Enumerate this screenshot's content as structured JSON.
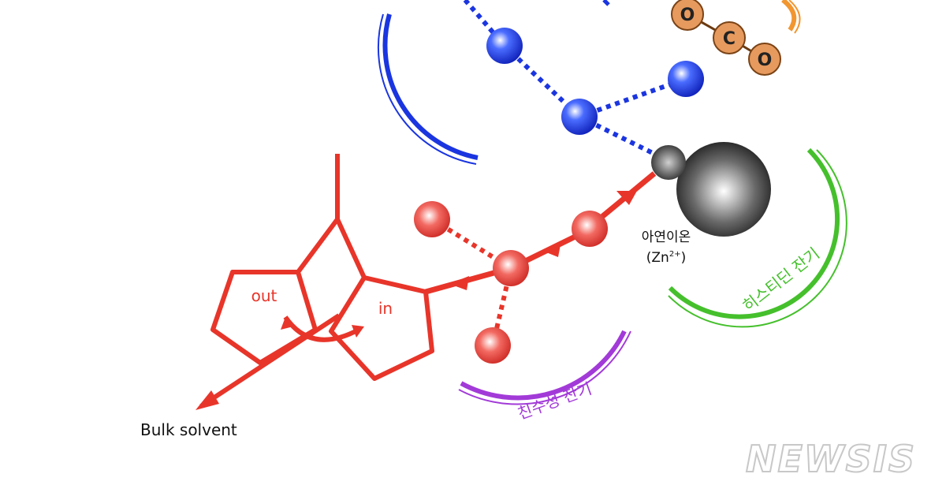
{
  "labels": {
    "zinc": "아연이온",
    "zinc_formula_base": "(Zn",
    "zinc_formula_charge": "2+",
    "zinc_formula_close": ")",
    "histidine": "히스티딘 잔기",
    "hydrophilic": "친수성 잔기",
    "bulk_solvent": "Bulk solvent",
    "out": "out",
    "in": "in",
    "watermark": "NEWSIS"
  },
  "co2_atoms": [
    "O",
    "C",
    "O"
  ],
  "colors": {
    "blue": "#1a35e0",
    "red": "#e8352a",
    "green": "#45c02c",
    "purple": "#a23ad8",
    "orange": "#f29630",
    "co2_fill": "#e79a5e",
    "zinc_dark": "#111111",
    "watermark": "#c8c8c8"
  }
}
